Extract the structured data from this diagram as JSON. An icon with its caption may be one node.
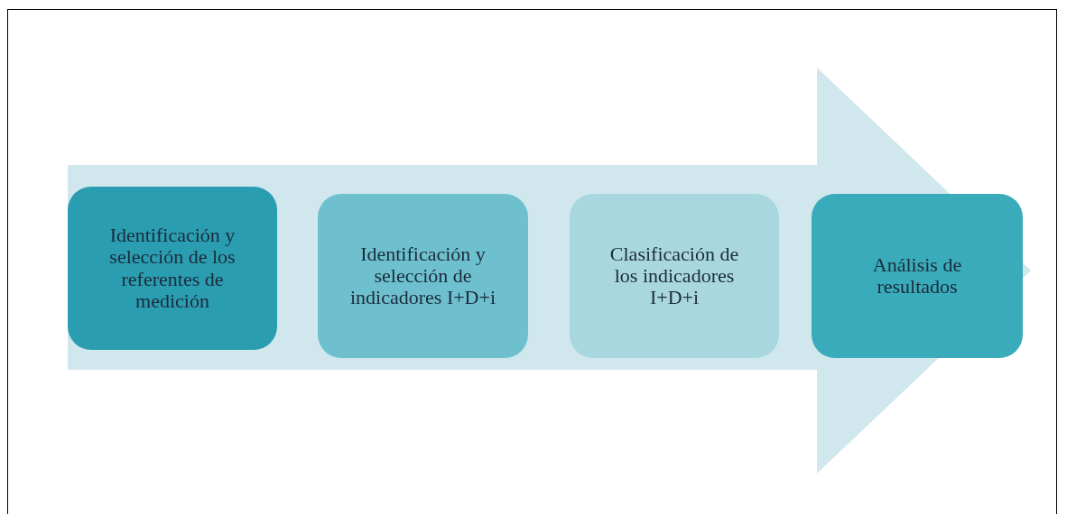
{
  "diagram": {
    "nodes": [
      {
        "text": [
          "Identificación y selección de los referentes de medición"
        ]
      },
      {
        "text": [
          "Identificación y selección de indicadores I+D+i"
        ]
      },
      {
        "text": [
          "Clasificación de los indicadores I+D+i"
        ]
      },
      {
        "text": [
          "Análisis de resultados"
        ]
      }
    ],
    "edges": [
      {
        "from": 0,
        "to": 3,
        "arrow": "to"
      }
    ]
  }
}
